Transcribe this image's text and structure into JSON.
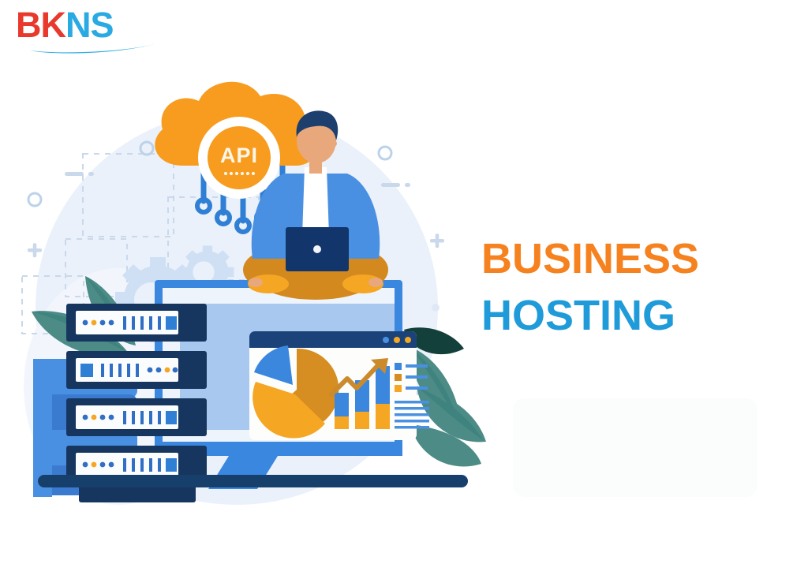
{
  "brand": {
    "logo_text_primary": "BK",
    "logo_text_secondary": "NS",
    "logo_color_primary": "#e8392c",
    "logo_color_secondary": "#2aaae2",
    "swoosh_color": "#2aaae2"
  },
  "headline": {
    "line1": "BUSINESS",
    "line2": "HOSTING",
    "line1_color": "#f5821f",
    "line2_color": "#1f9bd9"
  },
  "illustration": {
    "cloud": {
      "label": "API",
      "cloud_color": "#f79c1e",
      "badge_ring_color": "#ffffff",
      "badge_text_color": "#fdf6e8",
      "connector_color": "#2f7fd4",
      "dot_count": 6,
      "connector_count": 5
    },
    "person": {
      "skin_color": "#e8a87c",
      "hair_color": "#1c3f6e",
      "jacket_color": "#4a90e2",
      "shirt_color": "#ffffff",
      "pants_color": "#d4891f",
      "laptop_color": "#12356b",
      "laptop_logo_color": "#f2f4f7"
    },
    "monitor": {
      "frame_color": "#3a87e0",
      "screen_color": "#a8c8ef",
      "bezel_color": "#eef4fb",
      "stand_color": "#3a87e0",
      "base_color": "#16365f"
    },
    "dashboard": {
      "titlebar_color": "#1c4379",
      "body_color": "#fdfdfb",
      "dots": [
        "#4a90e2",
        "#f5a623",
        "#f5a623"
      ],
      "pie": {
        "slice_blue_color": "#3b87dd",
        "slice_dark_orange_color": "#d68d21",
        "slice_light_orange_color": "#f5a623"
      },
      "bars": {
        "top_color": "#3b87dd",
        "bottom_color": "#f5a623",
        "arrow_color": "#cb8a2b"
      },
      "legend_swatches": [
        "#3b87dd",
        "#d68d21",
        "#f5a623"
      ],
      "text_line_color": "#4a90e2"
    },
    "servers": {
      "unit_count": 4,
      "body_color": "#16365f",
      "panel_color": "#fbfcfd",
      "bar_color": "#2f6fc4",
      "block_color": "#2f7fd4",
      "dot_blue": "#2f6fc4",
      "dot_orange": "#f5a623",
      "base_color": "#12365f"
    },
    "database": {
      "color_light": "#4a90e2",
      "color_dark": "#3a7bd0"
    },
    "plants": {
      "leaf_teal": "#4c8b86",
      "leaf_dark": "#13403a",
      "leaf_mid": "#3f837f"
    },
    "background": {
      "blob_color": "#eaf1fa",
      "gear_color": "#cfe0f5",
      "dash_color": "#c9d8ea",
      "accent_circle_color": "#bcd2ea",
      "plus_color": "#c9d8ea",
      "page_color": "#ffffff"
    }
  }
}
